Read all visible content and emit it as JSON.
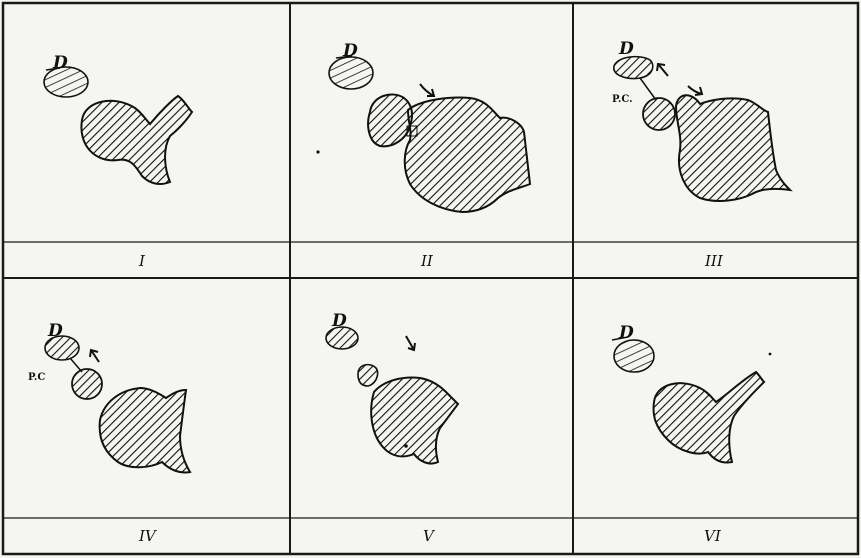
{
  "figure": {
    "panels": [
      {
        "numeral": "I",
        "d_label": "D",
        "pc_label": ""
      },
      {
        "numeral": "II",
        "d_label": "D",
        "pc_label": ""
      },
      {
        "numeral": "III",
        "d_label": "D",
        "pc_label": "P.C."
      },
      {
        "numeral": "IV",
        "d_label": "D",
        "pc_label": "P.C"
      },
      {
        "numeral": "V",
        "d_label": "D",
        "pc_label": ""
      },
      {
        "numeral": "VI",
        "d_label": "D",
        "pc_label": ""
      }
    ]
  },
  "colors": {
    "ink": "#111111",
    "paper": "#f5f5f2",
    "frame": "#1a1a1a"
  }
}
